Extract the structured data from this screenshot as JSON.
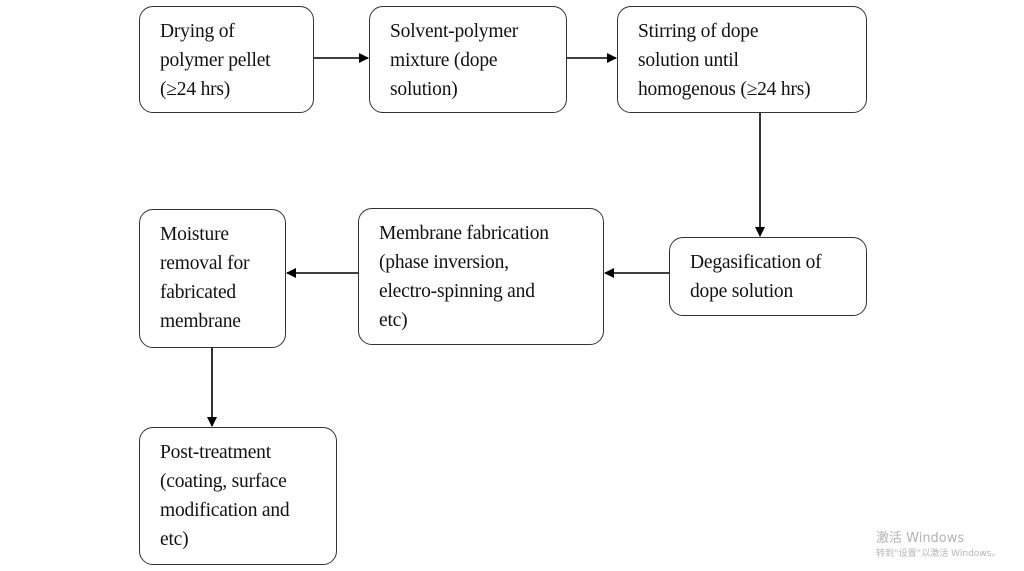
{
  "flowchart": {
    "steps": {
      "drying": "Drying of\npolymer pellet\n(≥24 hrs)",
      "mixture": "Solvent-polymer\nmixture (dope\nsolution)",
      "stirring": "Stirring of dope\nsolution until\nhomogenous (≥24 hrs)",
      "degasification": "Degasification of\ndope solution",
      "fabrication": "Membrane fabrication\n(phase inversion,\nelectro-spinning and\netc)",
      "moisture": "Moisture\nremoval for\nfabricated\nmembrane",
      "post_treatment": "Post-treatment\n(coating, surface\nmodification and\netc)"
    },
    "connector_color": "#000000",
    "box_border_color": "#333333"
  },
  "watermark": {
    "title": "激活 Windows",
    "subtitle": "转到“设置”以激活 Windows。"
  }
}
